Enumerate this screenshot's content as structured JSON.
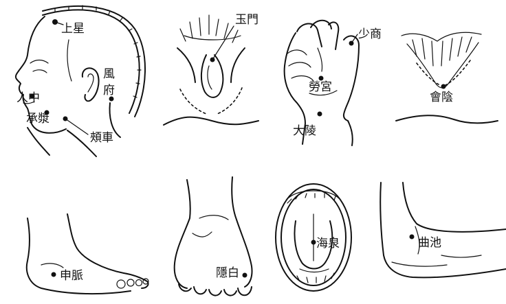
{
  "points": {
    "shangxing": "上星",
    "renzhong": "人中",
    "chengjiang": "承漿",
    "jiache": "頰車",
    "fengfu_1": "風",
    "fengfu_2": "府",
    "yumen": "玉門",
    "shaoshang": "少商",
    "laogong": "勞宮",
    "daling": "大陵",
    "huiyin": "會陰",
    "shenmai": "申脈",
    "yinbai": "隱白",
    "haiquan": "海泉",
    "quchi": "曲池"
  }
}
